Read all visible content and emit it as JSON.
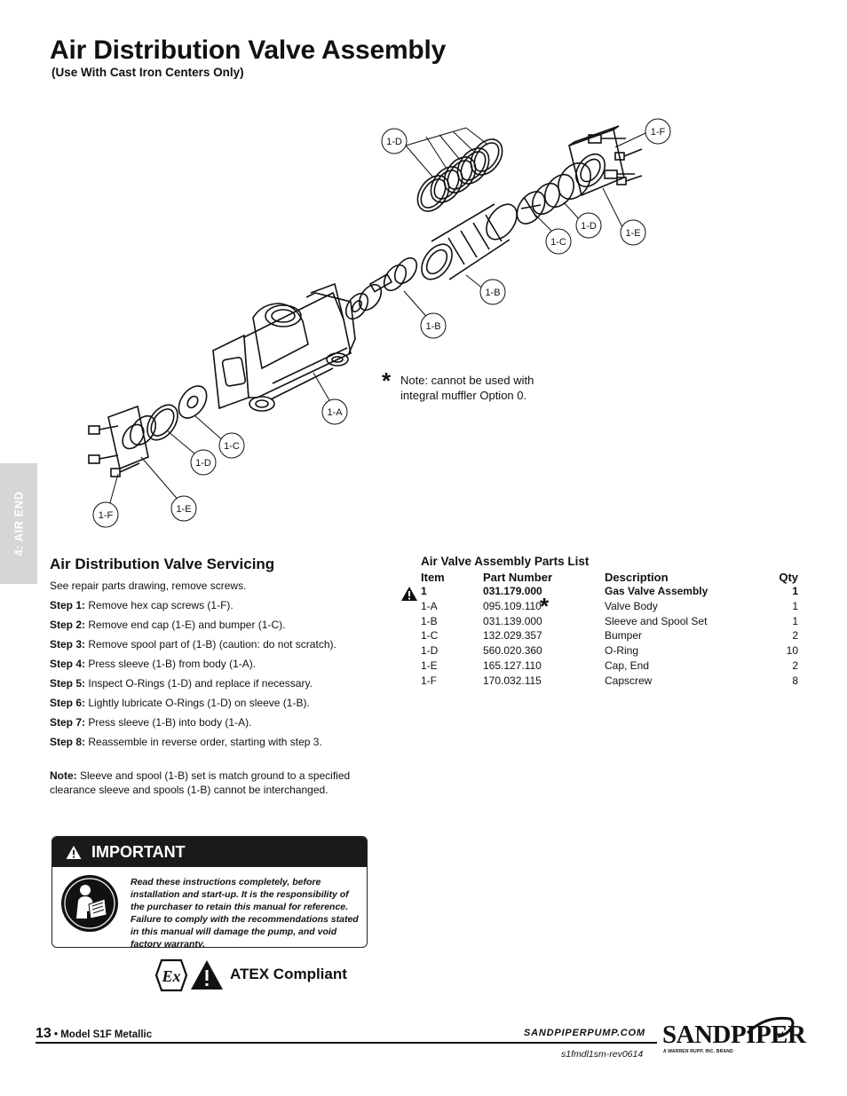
{
  "header": {
    "title": "Air Distribution Valve Assembly",
    "subtitle": "(Use With Cast Iron Centers Only)"
  },
  "side_tab": "4: AIR END",
  "diagram": {
    "callouts": [
      "1-D",
      "1-F",
      "1-D",
      "1-E",
      "1-C",
      "1-B",
      "1-B",
      "1-A",
      "1-C",
      "1-D",
      "1-F",
      "1-E"
    ],
    "note_star": "*",
    "note_line1": "Note: cannot be used with",
    "note_line2": "integral muffler Option 0."
  },
  "servicing": {
    "heading": "Air Distribution Valve Servicing",
    "intro": "See repair parts drawing, remove screws.",
    "steps": [
      {
        "label": "Step 1:",
        "text": "Remove hex cap screws (1-F)."
      },
      {
        "label": "Step 2:",
        "text": "Remove end cap (1-E) and bumper (1-C)."
      },
      {
        "label": "Step 3:",
        "text": "Remove spool part of (1-B) (caution: do not scratch)."
      },
      {
        "label": "Step 4:",
        "text": "Press sleeve (1-B) from body (1-A)."
      },
      {
        "label": "Step 5:",
        "text": "Inspect O-Rings (1-D) and replace if necessary."
      },
      {
        "label": "Step 6:",
        "text": "Lightly lubricate O-Rings (1-D) on sleeve (1-B)."
      },
      {
        "label": "Step 7:",
        "text": "Press sleeve (1-B) into body (1-A)."
      },
      {
        "label": "Step 8:",
        "text": "Reassemble in reverse order, starting with step 3."
      }
    ],
    "note_label": "Note:",
    "note_text": "Sleeve and spool (1-B) set is match ground to a specified clearance sleeve and spools (1-B) cannot be interchanged."
  },
  "parts_list": {
    "title": "Air Valve Assembly Parts List",
    "headers": {
      "item": "Item",
      "part": "Part Number",
      "desc": "Description",
      "qty": "Qty"
    },
    "rows": [
      {
        "item": "1",
        "part": "031.179.000",
        "desc": "Gas Valve Assembly",
        "qty": "1"
      },
      {
        "item": "1-A",
        "part": "095.109.110",
        "desc": "Valve Body",
        "qty": "1"
      },
      {
        "item": "1-B",
        "part": "031.139.000",
        "desc": "Sleeve and Spool Set",
        "qty": "1"
      },
      {
        "item": "1-C",
        "part": "132.029.357",
        "desc": "Bumper",
        "qty": "2"
      },
      {
        "item": "1-D",
        "part": "560.020.360",
        "desc": "O-Ring",
        "qty": "10"
      },
      {
        "item": "1-E",
        "part": "165.127.110",
        "desc": "Cap, End",
        "qty": "2"
      },
      {
        "item": "1-F",
        "part": "170.032.115",
        "desc": "Capscrew",
        "qty": "8"
      }
    ],
    "star": "*"
  },
  "important": {
    "label": "IMPORTANT",
    "text": "Read these instructions completely, before installation and start-up. It is the responsibility of the purchaser to retain this manual for reference. Failure to comply with the recommendations stated in this manual will damage the pump, and void factory warranty."
  },
  "atex": {
    "ex_mark": "Ex",
    "label": "ATEX Compliant"
  },
  "footer": {
    "page_number": "13",
    "model": "• Model S1F Metallic",
    "website": "SANDPIPERPUMP.COM",
    "doc_code": "s1fmdl1sm-rev0614",
    "logo_word": "SANDPIPER",
    "logo_tag": "A WARREN RUPP, INC. BRAND"
  }
}
